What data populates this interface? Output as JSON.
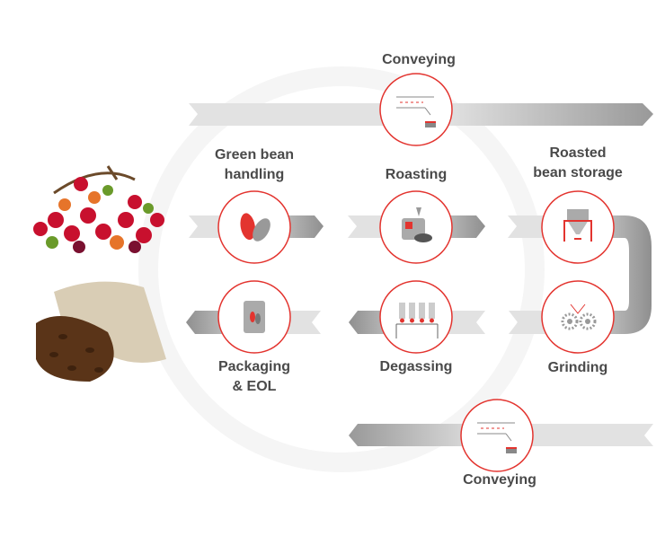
{
  "title": "Coffee process flow",
  "stages": {
    "conveying_top": "Conveying",
    "green_bean": [
      "Green bean",
      "handling"
    ],
    "roasting": "Roasting",
    "roasted_storage": [
      "Roasted",
      "bean storage"
    ],
    "packaging": [
      "Packaging",
      "& EOL"
    ],
    "degassing": "Degassing",
    "grinding": "Grinding",
    "conveying_bottom": "Conveying"
  },
  "colors": {
    "accent": "#e3342f",
    "arrow_light": "#e2e2e2",
    "arrow_dark": "#8f8f8f",
    "text": "#4a4a4a"
  }
}
